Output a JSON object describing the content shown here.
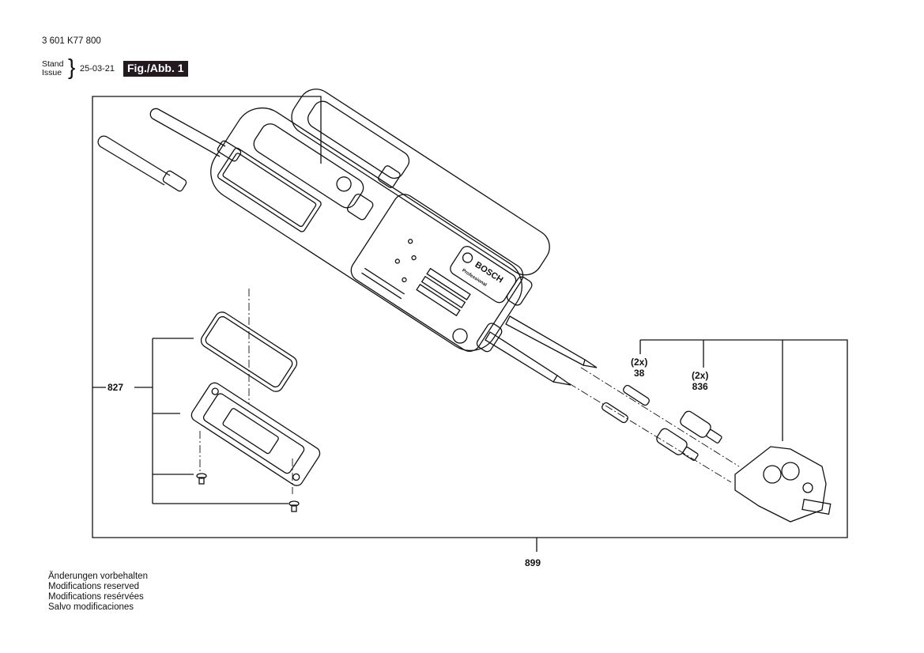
{
  "header": {
    "part_number": "3 601 K77 800",
    "stand_label": "Stand",
    "issue_label": "Issue",
    "issue_date": "25-03-21",
    "figure_label": "Fig./Abb. 1"
  },
  "callouts": {
    "assembly": "899",
    "battery_cover_set": "827",
    "pin_qty": "(2x)",
    "pin": "38",
    "tip_qty": "(2x)",
    "tip": "836"
  },
  "device_branding": {
    "brand": "BOSCH",
    "line": "Professional"
  },
  "footer": {
    "notes": [
      "Änderungen vorbehalten",
      "Modifications reserved",
      "Modifications resérvées",
      "Salvo modificaciones"
    ]
  }
}
